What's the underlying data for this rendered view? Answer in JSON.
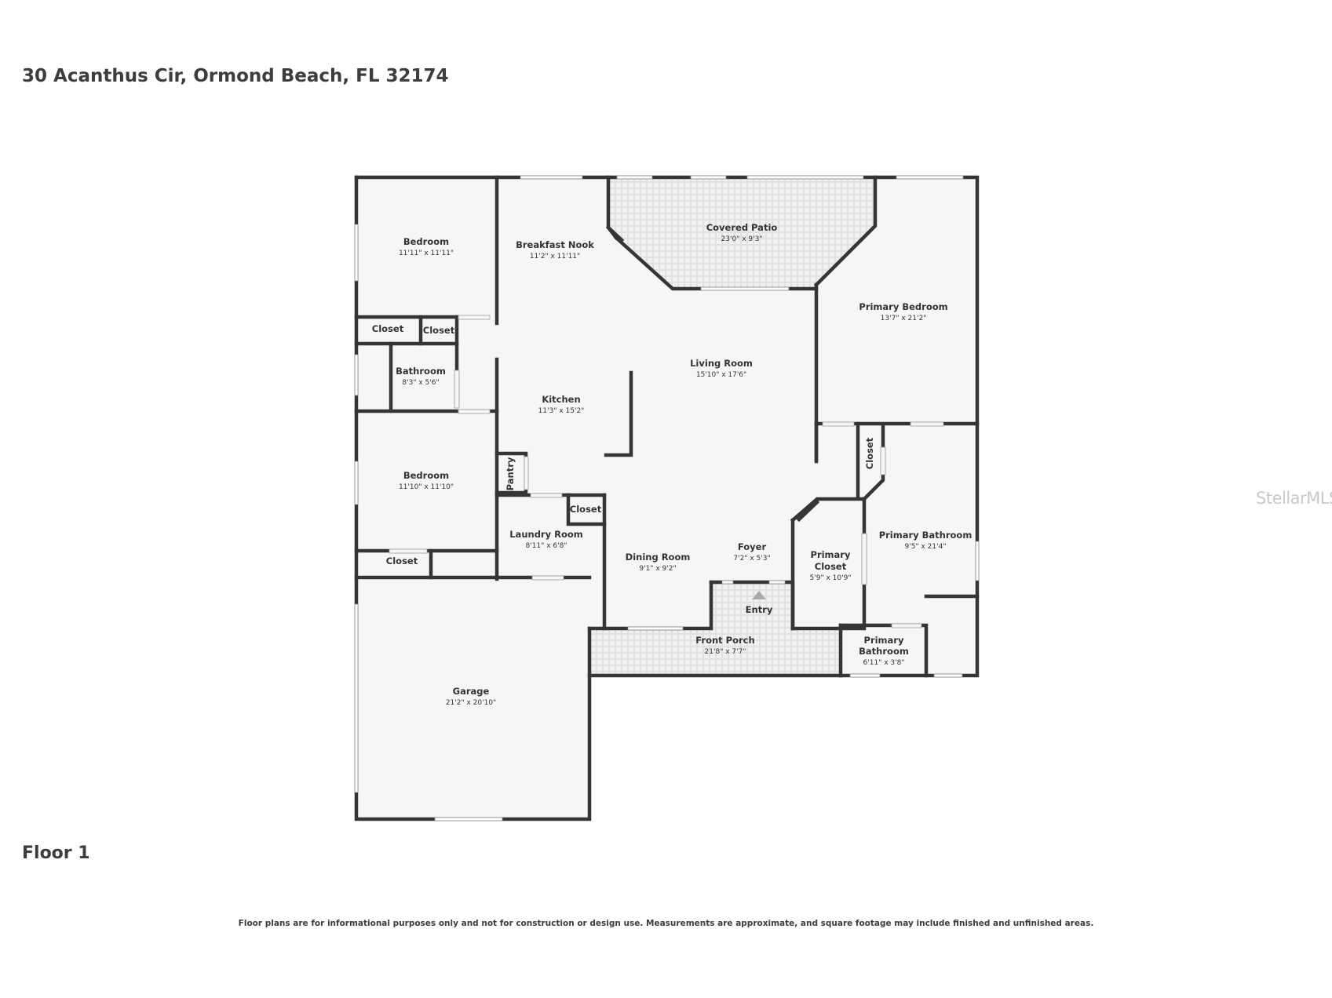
{
  "header": {
    "address": "30 Acanthus Cir, Ormond Beach, FL 32174"
  },
  "floor": {
    "label": "Floor 1"
  },
  "footer": {
    "disclaimer": "Floor plans are for informational purposes only and not for construction or design use. Measurements are approximate, and square footage may include finished and unfinished areas."
  },
  "watermark": {
    "text": "StellarMLS"
  },
  "colors": {
    "wall": "#353535",
    "floor": "#f6f6f6",
    "patio": "#efefef",
    "window": "#ffffff"
  },
  "rooms": {
    "bedroom_1": {
      "name": "Bedroom",
      "dims": "11'11\" x 11'11\""
    },
    "breakfast_nook": {
      "name": "Breakfast Nook",
      "dims": "11'2\" x 11'11\""
    },
    "covered_patio": {
      "name": "Covered Patio",
      "dims": "23'0\" x 9'3\""
    },
    "primary_bedroom": {
      "name": "Primary Bedroom",
      "dims": "13'7\" x 21'2\""
    },
    "closet_1": {
      "name": "Closet"
    },
    "closet_2": {
      "name": "Closet"
    },
    "bathroom": {
      "name": "Bathroom",
      "dims": "8'3\" x 5'6\""
    },
    "living_room": {
      "name": "Living Room",
      "dims": "15'10\" x 17'6\""
    },
    "kitchen": {
      "name": "Kitchen",
      "dims": "11'3\" x 15'2\""
    },
    "bedroom_2": {
      "name": "Bedroom",
      "dims": "11'10\" x 11'10\""
    },
    "pantry": {
      "name": "Pantry"
    },
    "closet_3": {
      "name": "Closet"
    },
    "closet_4": {
      "name": "Closet"
    },
    "laundry_room": {
      "name": "Laundry Room",
      "dims": "8'11\" x 6'8\""
    },
    "closet_5": {
      "name": "Closet"
    },
    "dining_room": {
      "name": "Dining Room",
      "dims": "9'1\" x 9'2\""
    },
    "foyer": {
      "name": "Foyer",
      "dims": "7'2\" x 5'3\""
    },
    "primary_closet": {
      "name_line1": "Primary",
      "name_line2": "Closet",
      "dims": "5'9\" x 10'9\""
    },
    "primary_bathroom": {
      "name": "Primary Bathroom",
      "dims": "9'5\" x 21'4\""
    },
    "entry": {
      "name": "Entry"
    },
    "front_porch": {
      "name": "Front Porch",
      "dims": "21'8\" x 7'7\""
    },
    "primary_bathroom_2": {
      "name_line1": "Primary",
      "name_line2": "Bathroom",
      "dims": "6'11\" x 3'8\""
    },
    "garage": {
      "name": "Garage",
      "dims": "21'2\" x 20'10\""
    }
  }
}
